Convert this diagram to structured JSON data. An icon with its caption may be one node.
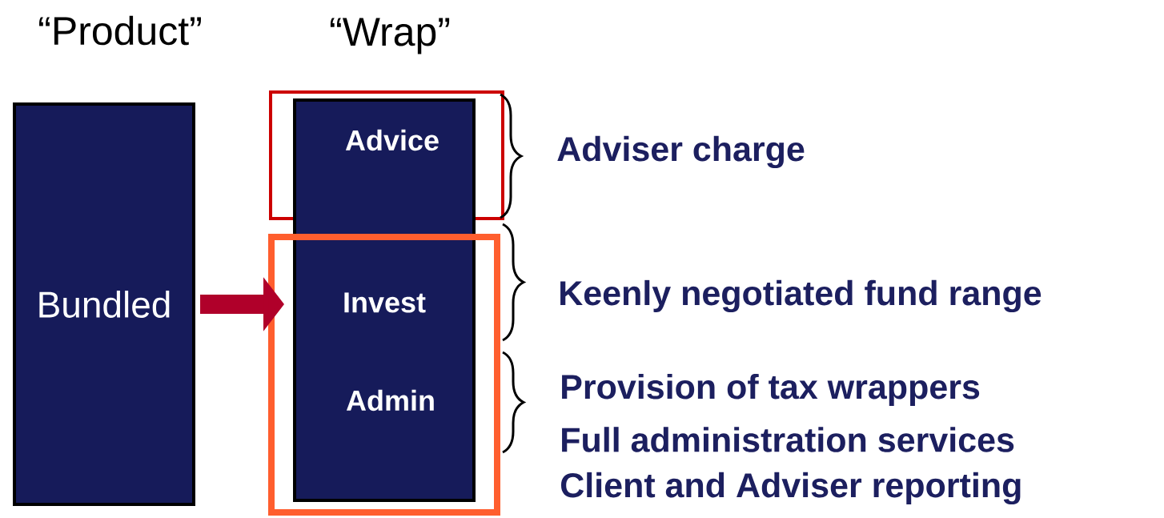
{
  "diagram": {
    "nodes": [
      {
        "text": [
          "“Product”",
          "Bundled"
        ]
      },
      {
        "text": [
          "“Wrap”",
          "Advice",
          "Invest",
          "Admin"
        ]
      }
    ],
    "edges": [
      {
        "from": 0,
        "to": 1,
        "arrow": "to",
        "color": "#b0002a"
      }
    ],
    "labels": [
      "Adviser charge",
      "Keenly negotiated fund range",
      "Provision of tax wrappers",
      "Full administration services",
      "Client and Adviser reporting"
    ]
  }
}
